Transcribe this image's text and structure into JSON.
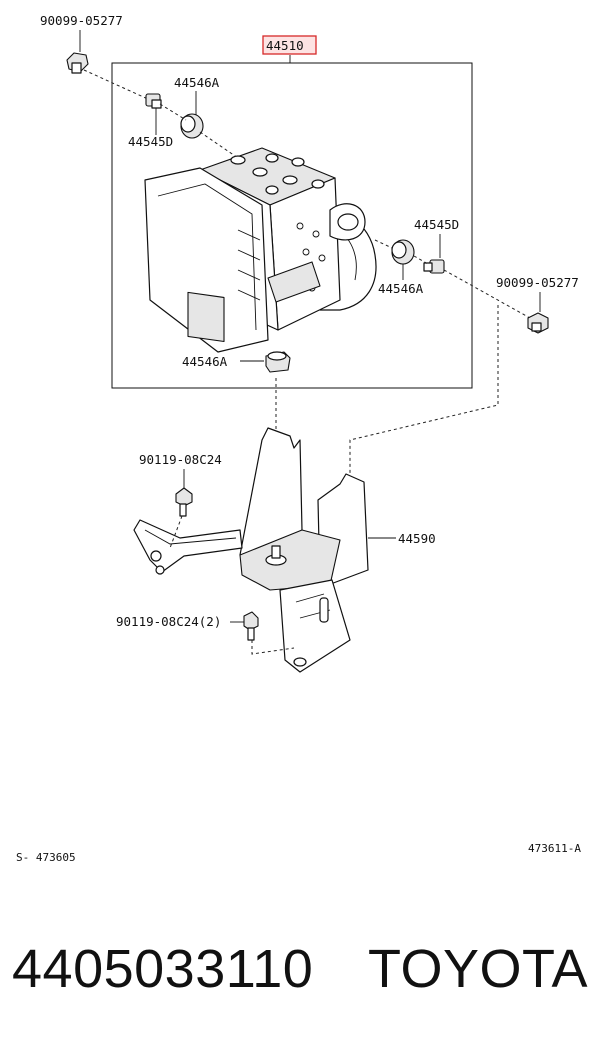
{
  "labels": {
    "bolt_tl": "90099-05277",
    "assembly": "44510",
    "cap_a_top": "44546A",
    "plug_d_top": "44545D",
    "plug_d_right": "44545D",
    "cap_a_right": "44546A",
    "bolt_r": "90099-05277",
    "cap_a_bottom": "44546A",
    "bolt_bracket": "90119-08C24",
    "bracket": "44590",
    "bolt_bracket_2": "90119-08C24(2)"
  },
  "footer": {
    "ref_left": "S- 473605",
    "ref_right": "473611-A"
  },
  "caption": {
    "part_number": "4405033110",
    "brand": "TOYOTA"
  },
  "colors": {
    "highlight": "#d62828",
    "highlight_fill": "#fde3e3",
    "ink": "#111111"
  }
}
